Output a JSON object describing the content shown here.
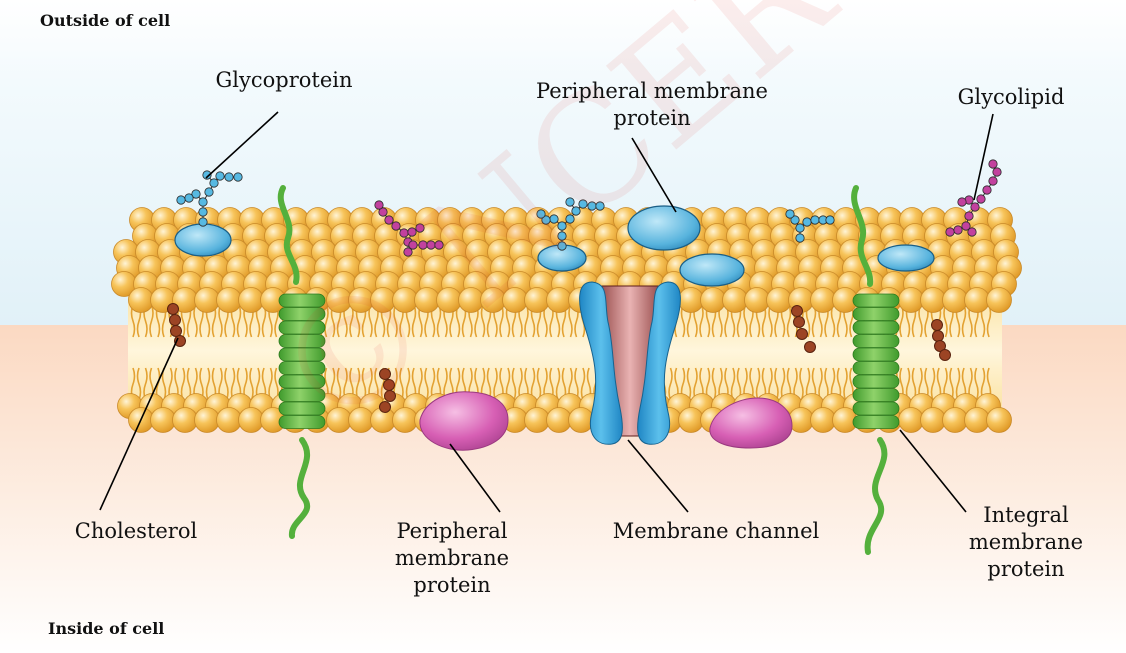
{
  "regions": {
    "outside": "Outside of cell",
    "inside": "Inside of cell"
  },
  "labels": {
    "glycoprotein": "Glycoprotein",
    "peripheral_top_line1": "Peripheral membrane",
    "peripheral_top_line2": "protein",
    "glycolipid": "Glycolipid",
    "cholesterol": "Cholesterol",
    "peripheral_bottom_line1": "Peripheral",
    "peripheral_bottom_line2": "membrane",
    "peripheral_bottom_line3": "protein",
    "membrane_channel": "Membrane channel",
    "integral_line1": "Integral",
    "integral_line2": "membrane",
    "integral_line3": "protein"
  },
  "watermark": "© NCERT to be republished",
  "colors": {
    "outside_bg": "#e3f2f9",
    "inside_bg": "#fbdcc6",
    "lipid_head": "#f5b945",
    "lipid_tail": "#e3a232",
    "integral_protein": "#5bb540",
    "channel_outer": "#2f9ed8",
    "channel_inner": "#9a3a37",
    "peripheral_protein": "#d25ab0",
    "glycoprotein_sugar": "#57b9e2",
    "glycolipid_sugar": "#c2419e",
    "cholesterol": "#9c4424"
  }
}
